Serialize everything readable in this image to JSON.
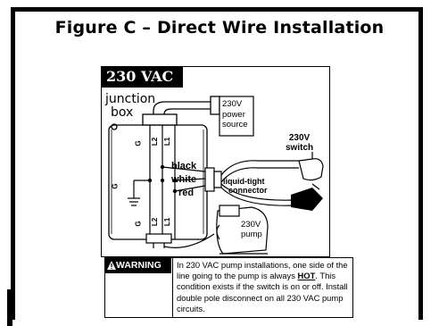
{
  "figure": {
    "title": "Figure C – Direct Wire Installation"
  },
  "diagram": {
    "header": "230 VAC",
    "junction_box_label_line1": "junction",
    "junction_box_label_line2": "box",
    "power_source_line1": "230V",
    "power_source_line2": "power",
    "power_source_line3": "source",
    "switch_line1": "230V",
    "switch_line2": "switch",
    "wire_black": "black",
    "wire_white": "white",
    "wire_red": "red",
    "connector_line1": "liquid-tight",
    "connector_line2": "connector",
    "pump_line1": "230V",
    "pump_line2": "pump",
    "terminal_g_top": "G",
    "terminal_l2_top": "L2",
    "terminal_l1_top": "L1",
    "terminal_g_mid": "G",
    "terminal_g_bottom": "G",
    "terminal_l2_bottom": "L2",
    "terminal_l1_bottom": "L1"
  },
  "warning": {
    "heading": "WARNING",
    "text_before": "In 230 VAC pump installations, one side of the line going to the pump is always ",
    "text_hot": "HOT",
    "text_after": ". This condition exists if the switch is on or off. Install double pole disconnect on all 230 VAC pump circuits."
  }
}
